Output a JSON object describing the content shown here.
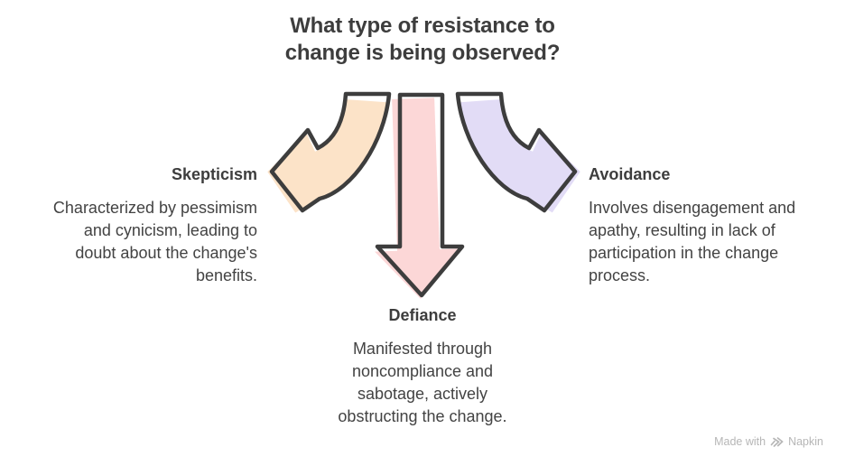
{
  "title": {
    "lines": [
      "What type of resistance to",
      "change is being observed?"
    ]
  },
  "branches": [
    {
      "id": "skepticism",
      "label": "Skepticism",
      "description_lines": [
        "Characterized by pessimism",
        "and cynicism, leading to",
        "doubt about the change's",
        "benefits."
      ],
      "arrow_direction": "curved-left",
      "arrow_color": "#fce3c8"
    },
    {
      "id": "defiance",
      "label": "Defiance",
      "description_lines": [
        "Manifested through",
        "noncompliance and",
        "sabotage, actively",
        "obstructing the change."
      ],
      "arrow_direction": "straight-down",
      "arrow_color": "#fcd7d7"
    },
    {
      "id": "avoidance",
      "label": "Avoidance",
      "description_lines": [
        "Involves disengagement and",
        "apathy, resulting in lack of",
        "participation in the change",
        "process."
      ],
      "arrow_direction": "curved-right",
      "arrow_color": "#e2dcf6"
    }
  ],
  "watermark": {
    "prefix": "Made with",
    "brand": "Napkin"
  },
  "colors": {
    "arrow_outline": "#3d3d3d",
    "title_text": "#3d3d3d",
    "body_text": "#434343",
    "watermark_text": "#b6b6b6",
    "background": "#ffffff"
  }
}
